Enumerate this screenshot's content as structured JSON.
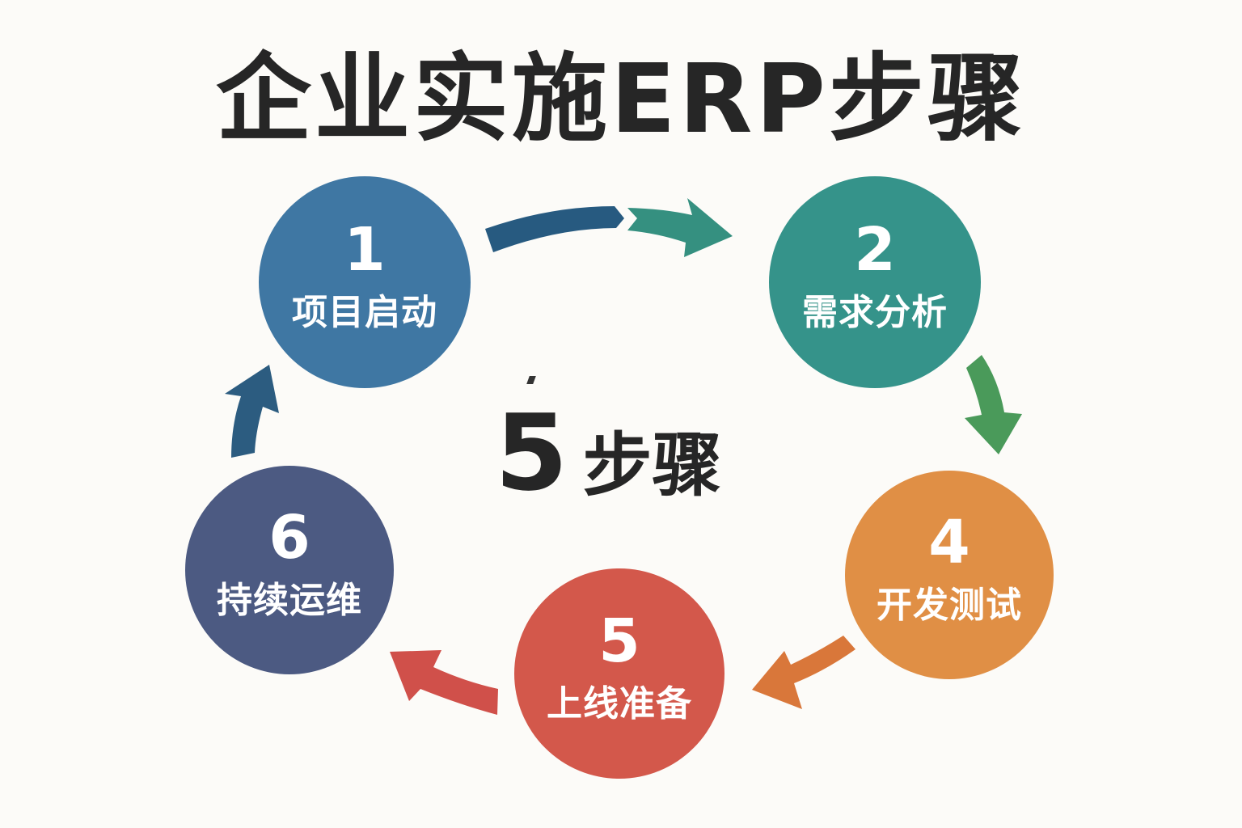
{
  "title": "企业实施ERP步骤",
  "center": {
    "number": "5",
    "label": "步骤"
  },
  "steps": [
    {
      "number": "1",
      "label": "项目启动",
      "color": "#3f77a3"
    },
    {
      "number": "2",
      "label": "需求分析",
      "color": "#35938a"
    },
    {
      "number": "4",
      "label": "开发测试",
      "color": "#e08f45"
    },
    {
      "number": "5",
      "label": "上线准备",
      "color": "#d3584b"
    },
    {
      "number": "6",
      "label": "持续运维",
      "color": "#4c5a82"
    }
  ],
  "arrows": [
    {
      "from": "1",
      "to": "2",
      "colors": [
        "#275a80",
        "#359080"
      ]
    },
    {
      "from": "2",
      "to": "4",
      "color": "#4a9a5a"
    },
    {
      "from": "4",
      "to": "5",
      "color": "#d9773a"
    },
    {
      "from": "5",
      "to": "6",
      "color": "#d0504a"
    },
    {
      "from": "6",
      "to": "1",
      "color": "#2c5c80"
    }
  ]
}
